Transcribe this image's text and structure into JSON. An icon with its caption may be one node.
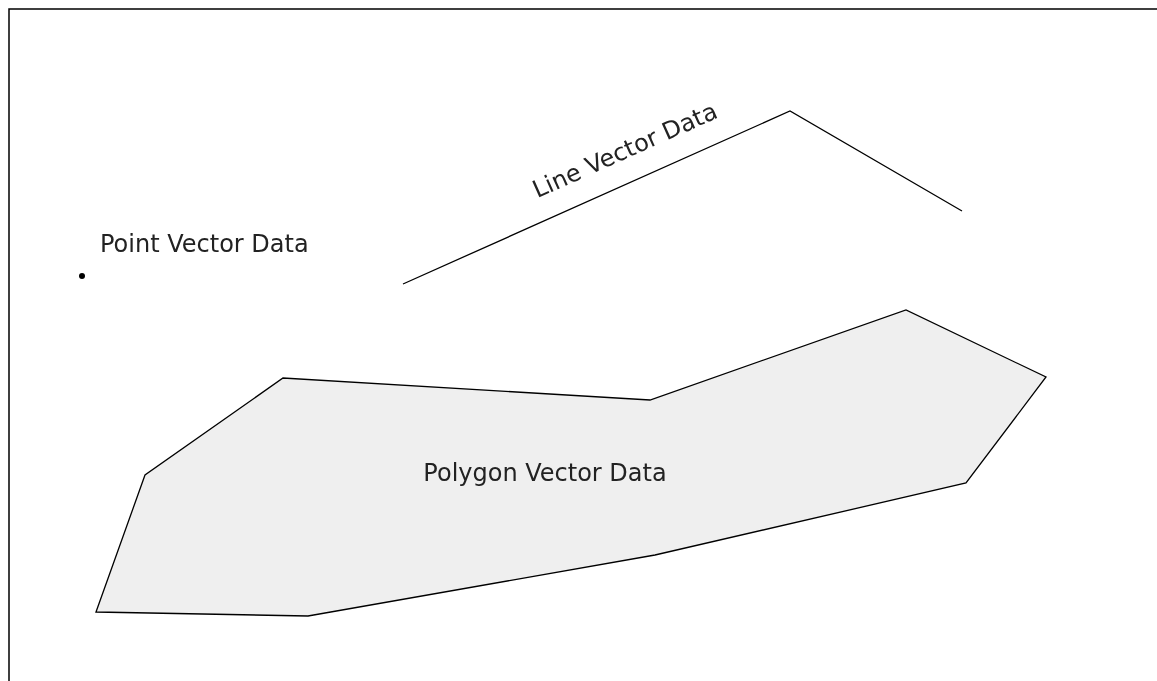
{
  "diagram": {
    "nodes": [
      {
        "text": [
          "Polygon Vector Data"
        ]
      }
    ],
    "labels": [
      "Point Vector Data",
      "Line Vector Data"
    ]
  }
}
